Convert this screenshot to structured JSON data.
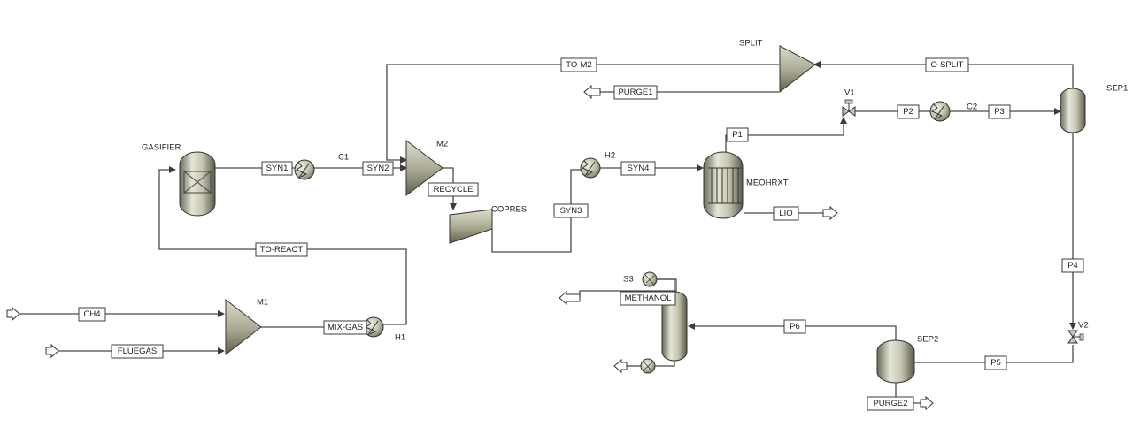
{
  "units": {
    "gasifier": "GASIFIER",
    "c1": "C1",
    "m2": "M2",
    "copres": "COPRES",
    "h2": "H2",
    "meohrxt": "MEOHRXT",
    "split": "SPLIT",
    "v1": "V1",
    "c2": "C2",
    "sep1": "SEP1",
    "m1": "M1",
    "h1": "H1",
    "s3": "S3",
    "sep2": "SEP2",
    "v2": "V2"
  },
  "streams": {
    "to_m2": "TO-M2",
    "o_split": "O-SPLIT",
    "purge1": "PURGE1",
    "syn1": "SYN1",
    "syn2": "SYN2",
    "recycle": "RECYCLE",
    "syn3": "SYN3",
    "syn4": "SYN4",
    "p1": "P1",
    "p2": "P2",
    "p3": "P3",
    "liq": "LIQ",
    "to_react": "TO-REACT",
    "ch4": "CH4",
    "fluegas": "FLUEGAS",
    "mix_gas": "MIX-GAS",
    "methanol": "METHANOL",
    "p4": "P4",
    "p5": "P5",
    "p6": "P6",
    "purge2": "PURGE2"
  }
}
